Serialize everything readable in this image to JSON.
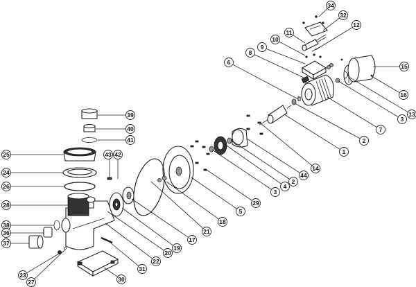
{
  "diagram": {
    "title": "Pump exploded parts diagram",
    "callouts": [
      "34",
      "32",
      "12",
      "11",
      "10",
      "9",
      "8",
      "6",
      "15",
      "16",
      "13",
      "3",
      "7",
      "2",
      "1",
      "14",
      "44",
      "2",
      "4",
      "3",
      "29",
      "5",
      "18",
      "21",
      "17",
      "19",
      "20",
      "22",
      "31",
      "30",
      "39",
      "40",
      "41",
      "25",
      "24",
      "26",
      "28",
      "38",
      "36",
      "37",
      "43",
      "42",
      "23",
      "27"
    ]
  }
}
